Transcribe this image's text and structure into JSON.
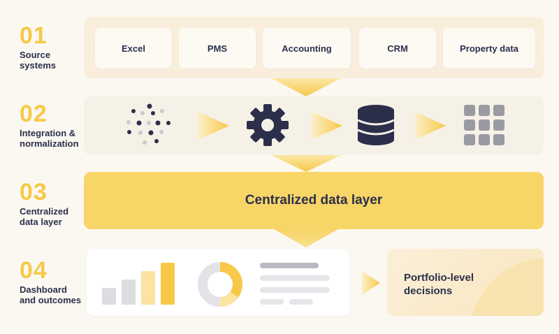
{
  "stages": [
    {
      "num": "01",
      "title": "Source\nsystems"
    },
    {
      "num": "02",
      "title": "Integration &\nnormalization"
    },
    {
      "num": "03",
      "title": "Centralized\ndata layer"
    },
    {
      "num": "04",
      "title": "Dashboard\nand outcomes"
    }
  ],
  "sources": [
    "Excel",
    "PMS",
    "Accounting",
    "CRM",
    "Property data"
  ],
  "central_label": "Centralized data layer",
  "decision_label": "Portfolio-level\ndecisions",
  "colors": {
    "accent": "#f7c948",
    "dark": "#2b2f4a",
    "muted": "#d9d9dd",
    "panel": "#f8eedb"
  },
  "icons": [
    "scatter-dots-icon",
    "gear-icon",
    "database-icon",
    "grid-icon",
    "bar-chart-icon",
    "donut-chart-icon",
    "text-lines-icon",
    "arrow-right-icon",
    "arrow-down-icon"
  ]
}
